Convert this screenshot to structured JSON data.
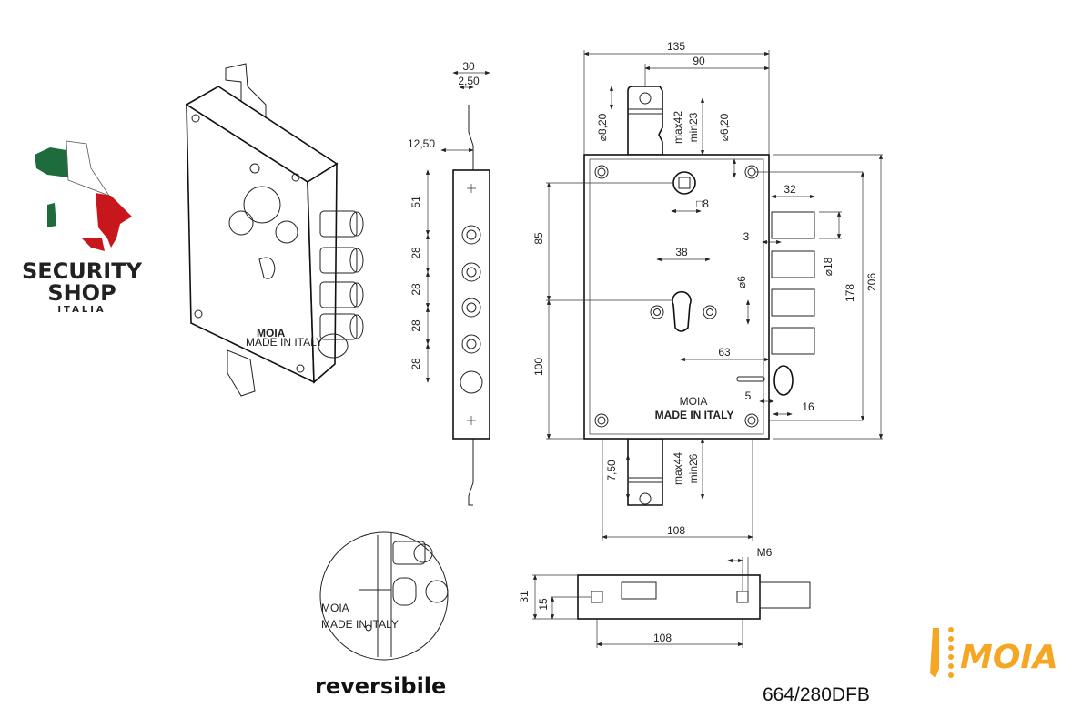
{
  "brand_logo": {
    "line1": "SECURITY",
    "line2": "SHOP",
    "line3": "ITALIA",
    "colors": {
      "green": "#1e6b3c",
      "red": "#c8161d"
    }
  },
  "manufacturer_logo": {
    "text": "MOIA",
    "color": "#f5a623"
  },
  "lock_marking": {
    "brand": "MOIA",
    "origin": "MADE IN ITALY"
  },
  "caption": "reversibile",
  "model": "664/280DFB",
  "side_view": {
    "dims": [
      "30",
      "2,50",
      "12,50",
      "51",
      "28",
      "28",
      "28",
      "28"
    ]
  },
  "front_view": {
    "width_total": "135",
    "strap_offset": "90",
    "hole_top": "⌀8,20",
    "strap_top_max": "max42",
    "strap_top_min": "min23",
    "screw_hole": "⌀6,20",
    "spindle": "□8",
    "bolt_throw": "32",
    "bolt_gap": "3",
    "cyl_spacing": "38",
    "bolt_dia": "⌀18",
    "cyl_screw": "⌀6",
    "bolt_span": "178",
    "height_total": "206",
    "spindle_to_cyl": "85",
    "cyl_to_bottom": "100",
    "backset": "63",
    "latch_gap": "5",
    "latch_throw": "16",
    "strap_bottom_offset": "7,50",
    "strap_bottom_max": "max44",
    "strap_bottom_min": "min26",
    "bottom_width": "108"
  },
  "bottom_view": {
    "height": "31",
    "half": "15",
    "width": "108",
    "thread": "M6"
  }
}
